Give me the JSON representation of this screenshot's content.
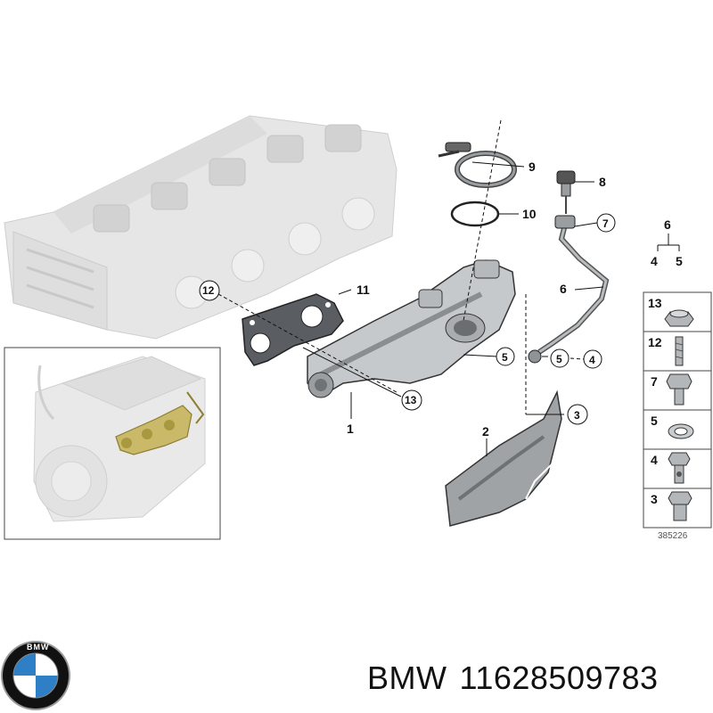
{
  "callouts": {
    "c1": "1",
    "c2": "2",
    "c3": "3",
    "c4": "4",
    "c5a": "5",
    "c5b": "5",
    "c6": "6",
    "c7": "7",
    "c8": "8",
    "c9": "9",
    "c10": "10",
    "c11": "11",
    "c12": "12",
    "c13": "13"
  },
  "tree": {
    "top": "6",
    "left": "4",
    "right": "5"
  },
  "legend": [
    {
      "num": "13",
      "icon": "nut-icon"
    },
    {
      "num": "12",
      "icon": "stud-icon"
    },
    {
      "num": "7",
      "icon": "hex-bolt-icon"
    },
    {
      "num": "5",
      "icon": "sealing-ring-icon"
    },
    {
      "num": "4",
      "icon": "banjo-bolt-icon"
    },
    {
      "num": "3",
      "icon": "hollow-bolt-icon"
    }
  ],
  "diagram_id": "385226",
  "logo": {
    "text": "BMW"
  },
  "caption": {
    "brand": "BMW",
    "part_number": "11628509783"
  },
  "colors": {
    "line": "#111111",
    "part_fill": "#cfd2d4",
    "part_shadow": "#8f9396",
    "ghost": "#e4e4e4",
    "highlight": "#b9a95a"
  }
}
